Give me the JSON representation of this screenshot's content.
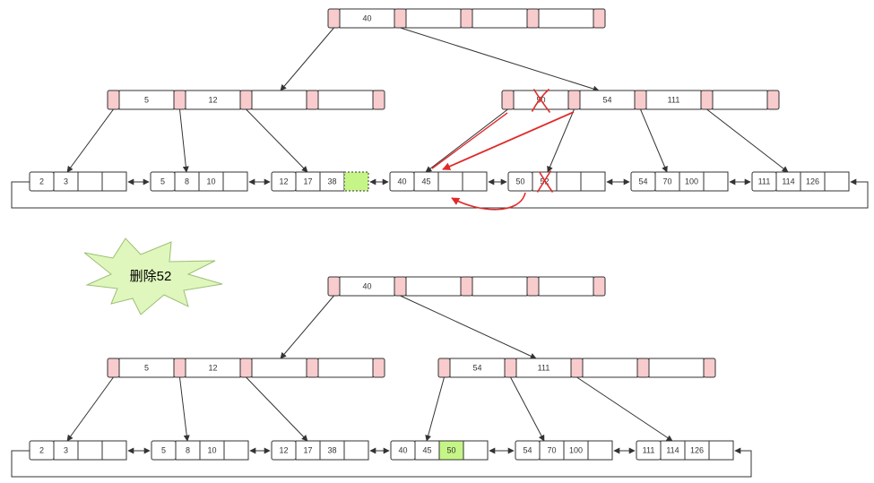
{
  "colors": {
    "pointer": "#f8cbcd",
    "highlight": "#c6f587",
    "line": "#333333",
    "annotation": "#e02a2a",
    "burst": "#dff7bc"
  },
  "before": {
    "root": [
      "40",
      "",
      "",
      ""
    ],
    "internal": [
      [
        "5",
        "12",
        "",
        ""
      ],
      [
        "50",
        "54",
        "111",
        ""
      ]
    ],
    "leaves": [
      [
        "2",
        "3",
        "",
        ""
      ],
      [
        "5",
        "8",
        "10",
        ""
      ],
      [
        "12",
        "17",
        "38",
        ""
      ],
      [
        "40",
        "45",
        "",
        ""
      ],
      [
        "50",
        "52",
        "",
        ""
      ],
      [
        "54",
        "70",
        "100",
        ""
      ],
      [
        "111",
        "114",
        "126",
        ""
      ]
    ]
  },
  "after": {
    "root": [
      "40",
      "",
      "",
      ""
    ],
    "internal": [
      [
        "5",
        "12",
        "",
        ""
      ],
      [
        "54",
        "111",
        "",
        ""
      ]
    ],
    "leaves": [
      [
        "2",
        "3",
        "",
        ""
      ],
      [
        "5",
        "8",
        "10",
        ""
      ],
      [
        "12",
        "17",
        "38",
        ""
      ],
      [
        "40",
        "45",
        "50",
        ""
      ],
      [
        "54",
        "70",
        "100",
        ""
      ],
      [
        "111",
        "114",
        "126",
        ""
      ]
    ]
  },
  "burst_label": "删除52"
}
